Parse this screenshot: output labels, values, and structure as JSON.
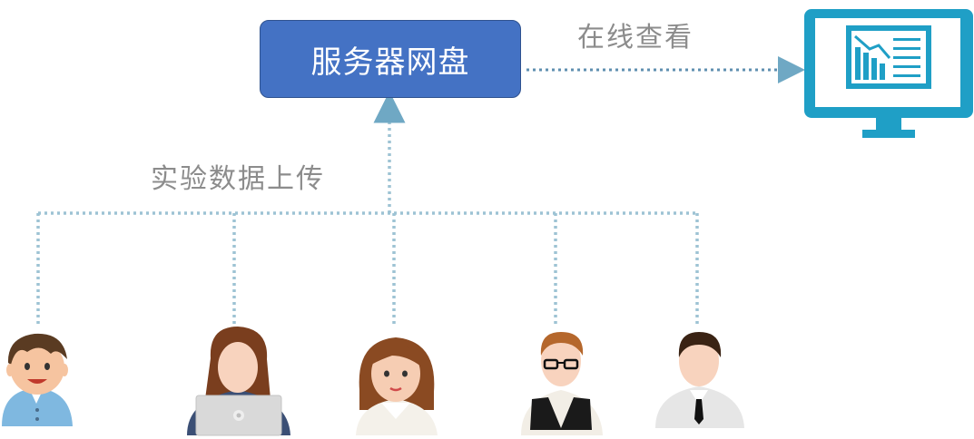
{
  "server": {
    "label": "服务器网盘"
  },
  "edges": {
    "view_label": "在线查看",
    "upload_label": "实验数据上传"
  },
  "colors": {
    "server_fill": "#4472c4",
    "connector": "#9dc3d4",
    "monitor": "#1f9fc6",
    "label_text": "#8c8c8c"
  },
  "icons": {
    "monitor": "monitor-chart-icon",
    "users": [
      "boy-avatar-icon",
      "woman-laptop-avatar-icon",
      "woman-avatar-icon",
      "man-glasses-avatar-icon",
      "man-tie-avatar-icon"
    ]
  }
}
